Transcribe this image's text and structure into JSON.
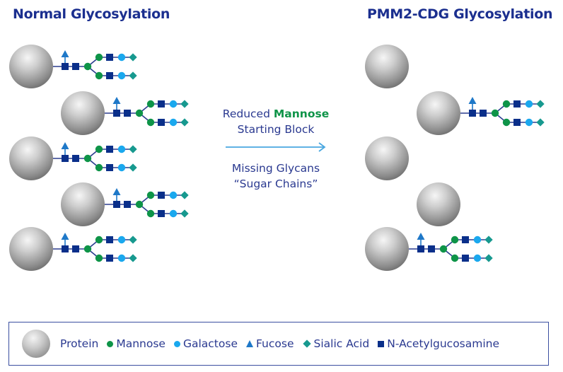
{
  "titles": {
    "left": "Normal Glycosylation",
    "right": "PMM2-CDG Glycosylation"
  },
  "middle": {
    "line1_prefix": "Reduced ",
    "line1_highlight": "Mannose",
    "line2": "Starting Block",
    "line3": "Missing Glycans",
    "line4": "“Sugar Chains”"
  },
  "colors": {
    "title": "#1b2f8f",
    "text": "#2a3990",
    "mannose": "#0e9448",
    "galactose": "#1aa8ee",
    "fucose": "#1e78c8",
    "sialic_acid": "#17998f",
    "glcnac": "#0a2f8a",
    "link": "#2b3d8f",
    "arrow": "#49a7e0"
  },
  "normal_proteins": [
    {
      "has_glycan": true
    },
    {
      "has_glycan": true
    },
    {
      "has_glycan": true
    },
    {
      "has_glycan": true
    },
    {
      "has_glycan": true
    }
  ],
  "pmm2_proteins": [
    {
      "has_glycan": false
    },
    {
      "has_glycan": true
    },
    {
      "has_glycan": false
    },
    {
      "has_glycan": false
    },
    {
      "has_glycan": true
    }
  ],
  "legend": [
    {
      "label": "Protein",
      "icon": "protein-sphere-icon"
    },
    {
      "label": "Mannose",
      "icon": "green-circle-icon"
    },
    {
      "label": "Galactose",
      "icon": "light-blue-circle-icon"
    },
    {
      "label": "Fucose",
      "icon": "blue-triangle-icon"
    },
    {
      "label": "Sialic Acid",
      "icon": "teal-diamond-icon"
    },
    {
      "label": "N-Acetylgucosamine",
      "icon": "navy-square-icon"
    }
  ]
}
